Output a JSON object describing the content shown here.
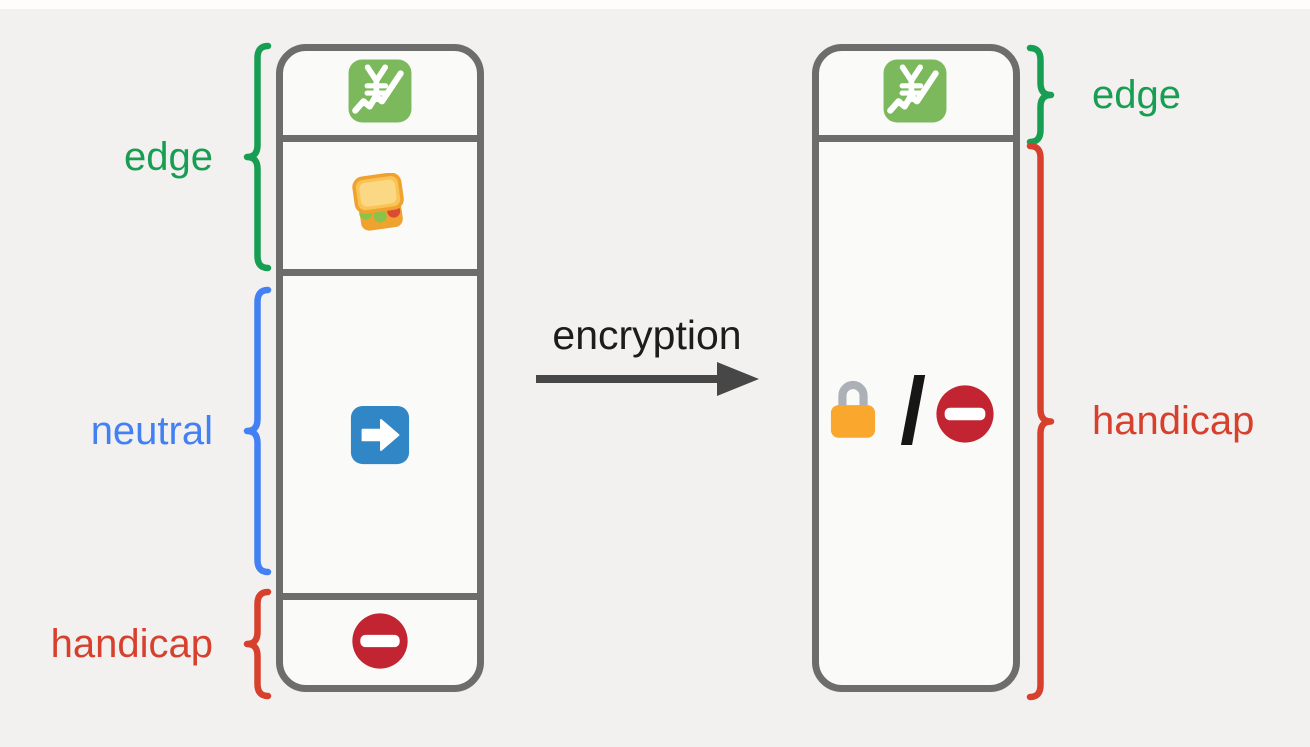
{
  "background_color": "#f2f1ef",
  "diagram": {
    "arrow": {
      "label": "encryption"
    },
    "left_column": {
      "sections": [
        {
          "icon": "chart-increasing-with-yen-emoji"
        },
        {
          "icon": "sandwich-emoji"
        },
        {
          "icon": "right-arrow-emoji"
        },
        {
          "icon": "no-entry-emoji"
        }
      ],
      "annotations": [
        {
          "label": "edge",
          "color": "#189e52"
        },
        {
          "label": "neutral",
          "color": "#4280f4"
        },
        {
          "label": "handicap",
          "color": "#d7402d"
        }
      ]
    },
    "right_column": {
      "sections": [
        {
          "icon": "chart-increasing-with-yen-emoji"
        },
        {
          "icon": "lock-emoji",
          "separator": "/",
          "icon2": "no-entry-emoji"
        }
      ],
      "annotations": [
        {
          "label": "edge",
          "color": "#189e52"
        },
        {
          "label": "handicap",
          "color": "#d7402d"
        }
      ]
    },
    "colors": {
      "column_border": "#6d6d6d",
      "arrow": "#474747",
      "label_green": "#189e52",
      "label_blue": "#4280f4",
      "label_red": "#d7402d",
      "text": "#1c1c1a"
    }
  }
}
